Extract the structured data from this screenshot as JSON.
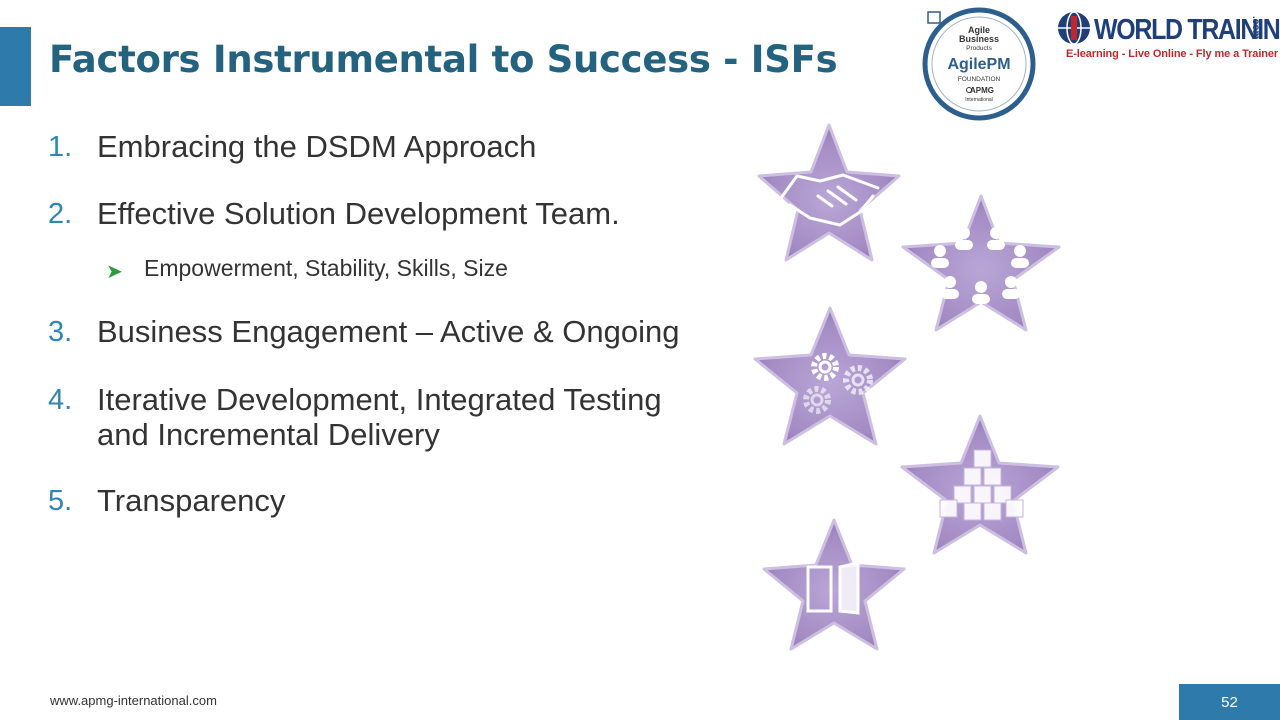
{
  "slide": {
    "title": "Factors Instrumental to Success - ISFs",
    "page_number": "52",
    "footer_url": "www.apmg-international.com"
  },
  "badge": {
    "line1": "Agile",
    "line2": "Business",
    "line3": "Products",
    "product": "AgilePM",
    "level": "FOUNDATION",
    "org": "APMG",
    "org_sub": "International"
  },
  "brand": {
    "name": "WORLD TRAINING",
    "suffix": ".com",
    "tagline": "E-learning - Live Online - Fly me a Trainer"
  },
  "list": {
    "items": [
      {
        "number": "1.",
        "text": "Embracing the DSDM Approach"
      },
      {
        "number": "2.",
        "text": "Effective Solution Development Team."
      },
      {
        "number": "3.",
        "text": "Business Engagement – Active & Ongoing"
      },
      {
        "number": "4.",
        "text": "Iterative Development, Integrated Testing",
        "text2": "and Incremental Delivery"
      },
      {
        "number": "5.",
        "text": "Transparency"
      }
    ],
    "subitem": "Empowerment, Stability, Skills, Size"
  },
  "stars": [
    {
      "icon": "handshake-icon"
    },
    {
      "icon": "team-icon"
    },
    {
      "icon": "gears-icon"
    },
    {
      "icon": "blocks-icon"
    },
    {
      "icon": "door-icon"
    }
  ],
  "colors": {
    "title": "#24637f",
    "accent": "#2e7bab",
    "number": "#2f86b3",
    "star": "#a48cc4",
    "arrow": "#2e9b3e"
  }
}
